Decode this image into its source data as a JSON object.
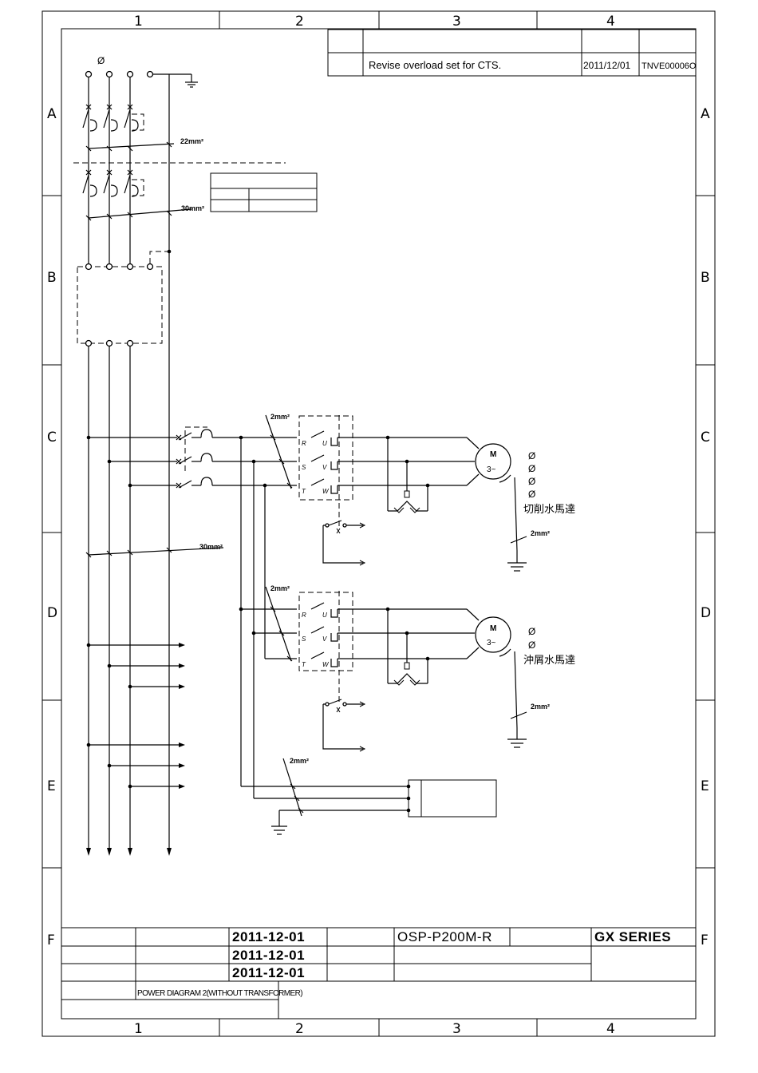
{
  "frame": {
    "columns": [
      "1",
      "2",
      "3",
      "4"
    ],
    "rows": [
      "A",
      "B",
      "C",
      "D",
      "E",
      "F"
    ]
  },
  "revision": {
    "description": "Revise overload set for CTS.",
    "date": "2011/12/01",
    "ref": "TNVE00006O"
  },
  "diagram": {
    "phase_symbol": "Ø",
    "wire_sizes": {
      "main_upper": "22mm²",
      "main_lower": "30mm²",
      "branch": "30mm²",
      "motor1_feed": "2mm²",
      "motor1_ground": "2mm²",
      "motor2_feed": "2mm²",
      "motor2_ground": "2mm²",
      "aux_feed": "2mm²"
    },
    "motor1": {
      "symbol": "M",
      "sub": "3~",
      "label": "切削水馬達",
      "phase_marks": [
        "Ø",
        "Ø",
        "Ø",
        "Ø"
      ],
      "contactor_in": [
        "R",
        "S",
        "T"
      ],
      "contactor_out": [
        "U",
        "V",
        "W"
      ]
    },
    "motor2": {
      "symbol": "M",
      "sub": "3~",
      "label": "沖屑水馬達",
      "phase_marks": [
        "Ø",
        "Ø"
      ],
      "contactor_in": [
        "R",
        "S",
        "T"
      ],
      "contactor_out": [
        "U",
        "V",
        "W"
      ]
    }
  },
  "title_block": {
    "date_1": "2011-12-01",
    "date_2": "2011-12-01",
    "date_3": "2011-12-01",
    "model": "OSP-P200M-R",
    "series": "GX SERIES",
    "drawing_title": "POWER DIAGRAM 2(WITHOUT TRANSFORMER)"
  }
}
